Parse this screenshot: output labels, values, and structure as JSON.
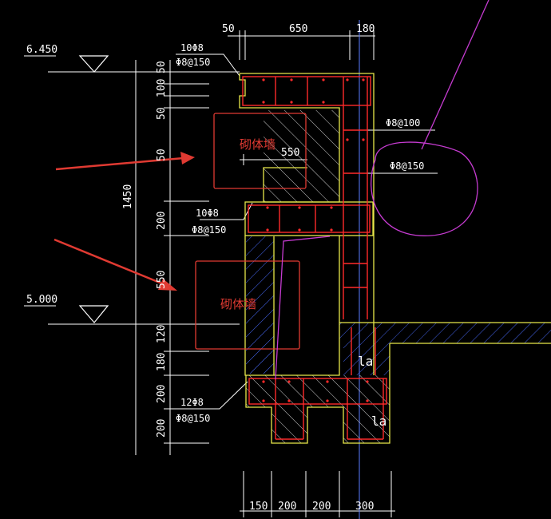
{
  "colors": {
    "background": "#000000",
    "dim": "#ffffff",
    "outline": "#e8e84a",
    "rebar": "#ff2a2a",
    "hatch": "#4a6cff",
    "centerline": "#5a7bff",
    "annotation": "#e03a32",
    "circle": "#c53bd0"
  },
  "levels": {
    "upper": "6.450",
    "lower": "5.000",
    "height": "1450"
  },
  "top_dims": [
    "50",
    "650",
    "180"
  ],
  "left_dims": [
    "50",
    "100",
    "50",
    "50",
    "200",
    "550",
    "120",
    "180",
    "200",
    "200"
  ],
  "bottom_dims": [
    "150",
    "200",
    "200",
    "300"
  ],
  "rebar_labels": {
    "top_main": "10Φ8",
    "top_stirrup": "Φ8@150",
    "mid_main": "10Φ8",
    "mid_stirrup": "Φ8@150",
    "bottom_main": "12Φ8",
    "bottom_stirrup": "Φ8@150",
    "vertical_dense": "Φ8@100",
    "vertical": "Φ8@150"
  },
  "inner_dim": "550",
  "anchorage": [
    "la",
    "la"
  ],
  "wall_label": "砌体墙",
  "icons": [
    "level-symbol-icon",
    "arrow-icon"
  ]
}
